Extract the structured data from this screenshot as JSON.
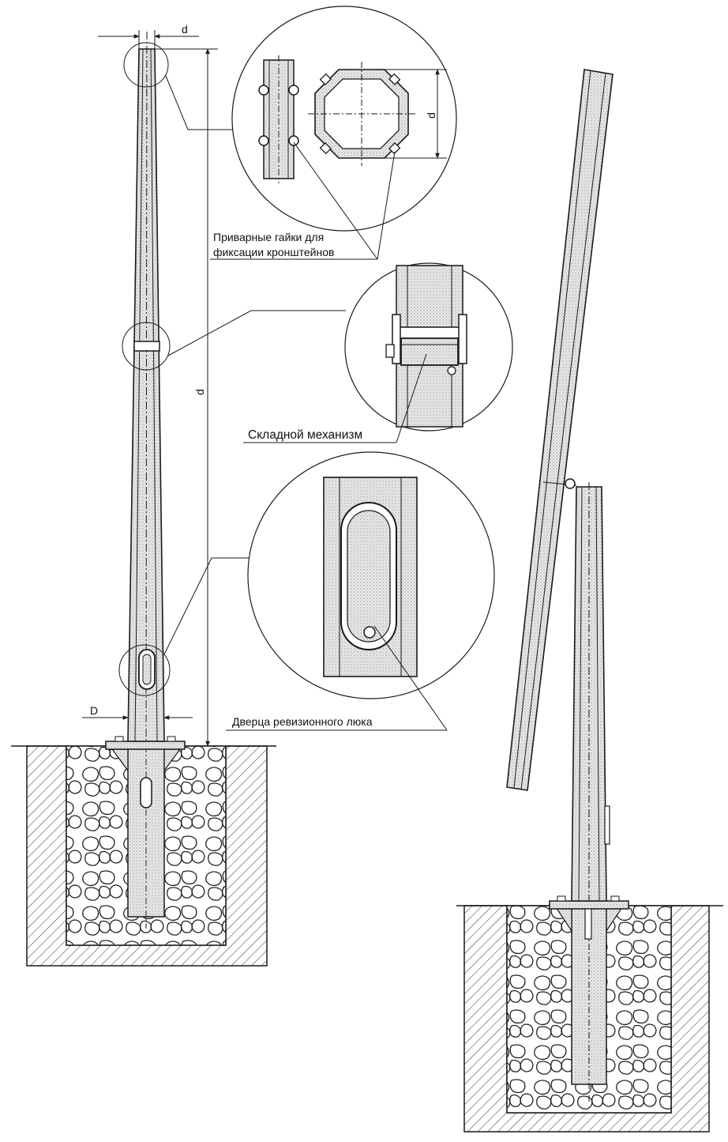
{
  "labels": {
    "d_top": "d",
    "d_height": "d",
    "d_octagon": "d",
    "D_base": "D",
    "nuts_line1": "Приварные гайки для",
    "nuts_line2": "фиксации кронштейнов",
    "folding": "Складной механизм",
    "door": "Дверца ревизионного люка"
  }
}
